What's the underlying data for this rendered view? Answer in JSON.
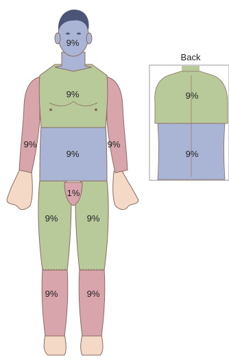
{
  "diagram": {
    "back_inset_title": "Back",
    "front": {
      "head": "9%",
      "chest": "9%",
      "abdomen": "9%",
      "right_arm": "9%",
      "left_arm": "9%",
      "groin": "1%",
      "right_thigh": "9%",
      "left_thigh": "9%",
      "right_lower_leg": "9%",
      "left_lower_leg": "9%"
    },
    "back": {
      "upper_back": "9%",
      "lower_back": "9%"
    }
  },
  "colors": {
    "blue_region": "#aab5d6",
    "green_region": "#b8c99a",
    "pink_region": "#d9a5ad",
    "skin": "#f3d9c6",
    "hair": "#4a5578",
    "outline": "#8b6a5f"
  }
}
